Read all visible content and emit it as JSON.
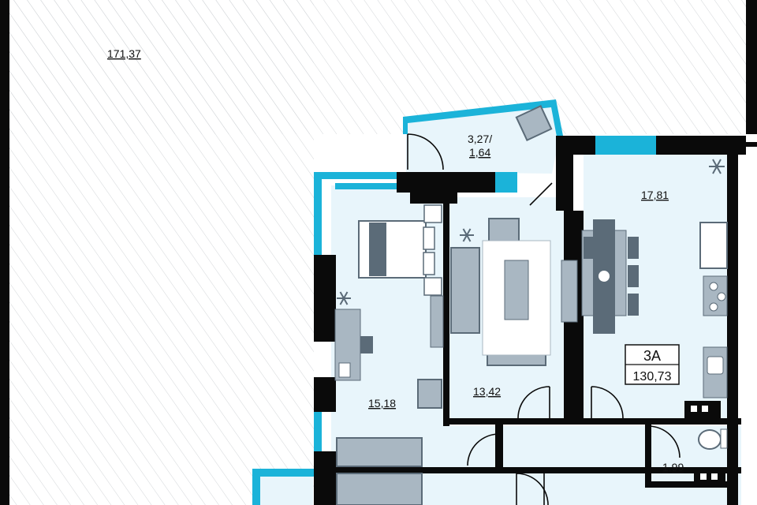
{
  "plan": {
    "terrace_area": "171,37",
    "apartment": {
      "type": "3A",
      "total_area": "130,73"
    },
    "rooms": [
      {
        "id": "balcony",
        "area_top": "3,27/",
        "area_bottom": "1,64"
      },
      {
        "id": "kitchen",
        "area": "17,81"
      },
      {
        "id": "bedroom",
        "area": "15,18"
      },
      {
        "id": "living",
        "area": "13,42"
      },
      {
        "id": "bath",
        "area": "1,99"
      }
    ]
  },
  "colors": {
    "room_fill": "#e8f5fb",
    "wall": "#0a0a0a",
    "glass": "#1bb3d9",
    "furniture": "#5b6b78",
    "furniture_light": "#a9b7c2",
    "hatch": "#cfd3d6"
  },
  "icons": [
    "snowflake-icon",
    "toilet-icon",
    "sink-icon",
    "stove-icon",
    "armchair-icon",
    "sofa-icon",
    "bed-icon",
    "table-icon",
    "door-swing-icon"
  ]
}
